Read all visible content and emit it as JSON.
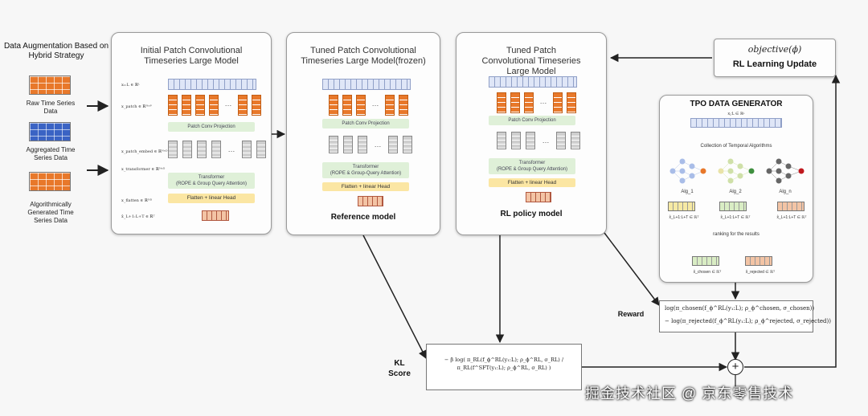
{
  "left": {
    "title": "Data Augmentation Based on Hybrid Strategy",
    "items": [
      {
        "label": "Raw Time Series Data",
        "color": "#e8782a"
      },
      {
        "label": "Aggregated Time Series Data",
        "color": "#3a63c4"
      },
      {
        "label": "Algorithmically Generated Time Series Data",
        "color": "#e8782a"
      }
    ]
  },
  "panels": {
    "initial": {
      "title": "Initial Patch Convolutional Timeseries Large Model",
      "labels": {
        "input": "x₁:L ∈ ℝᴸ",
        "patch": "x_patch ∈ ℝᴺˣᴾ",
        "embed": "x_patch_embed ∈ ℝᴺˣᴰ",
        "transformer_out": "x_transformer ∈ ℝᴺˣᴰ",
        "flatten": "x_flatten ∈ ℝᴺᴰ",
        "output": "x̂_L+1:L+T ∈ ℝᵀ"
      },
      "patch_conv": "Patch Conv Projection",
      "transformer": "Transformer",
      "transformer_sub": "(ROPE & Group Query Attention)",
      "flatten": "Flatten + linear Head"
    },
    "frozen": {
      "title": "Tuned Patch Convolutional Timeseries Large Model(frozen)",
      "patch_conv": "Patch Conv Projection",
      "transformer": "Transformer",
      "transformer_sub": "(ROPE & Group-Query Attention)",
      "flatten": "Flatten + linear Head",
      "caption": "Reference model"
    },
    "policy": {
      "title": "Tuned Patch Convolutional Timeseries Large Model",
      "patch_conv": "Patch Conv Projection",
      "transformer": "Transformer",
      "transformer_sub": "(ROPE & Group Query Attention)",
      "flatten": "Flatten + linear Head",
      "caption": "RL policy model"
    }
  },
  "objective": {
    "formula": "objective(ϕ)",
    "label": "RL Learning Update"
  },
  "tpo": {
    "title": "TPO DATA GENERATOR",
    "input": "x₁:L ∈ ℝᴸ",
    "collection": "Collection of Temporal Algorithms",
    "algs": [
      "Alg_1",
      "Alg_2",
      "Alg_n"
    ],
    "alg_out": "x̂_L+1:L+T ∈ ℝᵀ",
    "ranking": "ranking for the results",
    "chosen": "x̂_chosen ∈ ℝᵀ",
    "rejected": "x̂_rejected ∈ ℝᵀ"
  },
  "reward": {
    "label": "Reward",
    "line1": "log(π_chosen(f_ϕ^RL(y₁:L); ρ_ϕ^chosen, σ_chosen))",
    "line2": "− log(π_rejected(f_ϕ^RL(y₁:L); ρ_ϕ^rejected, σ_rejected))"
  },
  "kl": {
    "label1": "KL",
    "label2": "Score",
    "formula": "− β log( π_RL(f_ϕ^RL(y₁:L); ρ_ϕ^RL, σ_RL) / π_RL(f^SFT(y₁:L); ρ_ϕ^RL, σ_RL) )"
  },
  "plus": "+",
  "watermark": "掘金技术社区 @ 京东零售技术"
}
